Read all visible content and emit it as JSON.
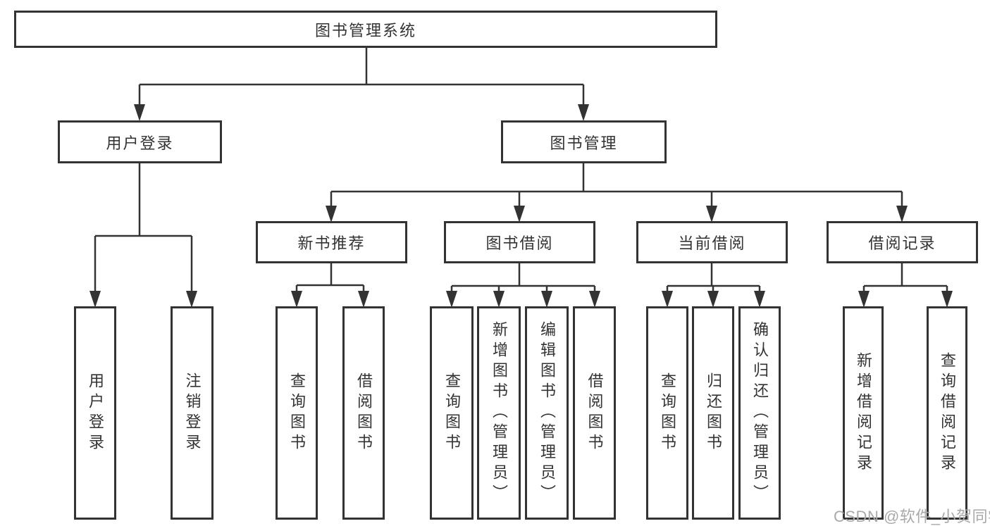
{
  "tree": {
    "label": "图书管理系统",
    "children": [
      {
        "label": "用户登录",
        "children": [
          {
            "label": "用户登录"
          },
          {
            "label": "注销登录"
          }
        ]
      },
      {
        "label": "图书管理",
        "children": [
          {
            "label": "新书推荐",
            "children": [
              {
                "label": "查询图书"
              },
              {
                "label": "借阅图书"
              }
            ]
          },
          {
            "label": "图书借阅",
            "children": [
              {
                "label": "查询图书"
              },
              {
                "label": "新增图书（管理员）"
              },
              {
                "label": "编辑图书（管理员）"
              },
              {
                "label": "借阅图书"
              }
            ]
          },
          {
            "label": "当前借阅",
            "children": [
              {
                "label": "查询图书"
              },
              {
                "label": "归还图书"
              },
              {
                "label": "确认归还（管理员）"
              }
            ]
          },
          {
            "label": "借阅记录",
            "children": [
              {
                "label": "新增借阅记录"
              },
              {
                "label": "查询借阅记录"
              }
            ]
          }
        ]
      }
    ]
  },
  "watermark": "CSDN @软件_小贺同学",
  "colors": {
    "line": "#333333",
    "box_border": "#333333",
    "text": "#333333",
    "watermark": "#a9a9a9",
    "background": "#ffffff"
  }
}
